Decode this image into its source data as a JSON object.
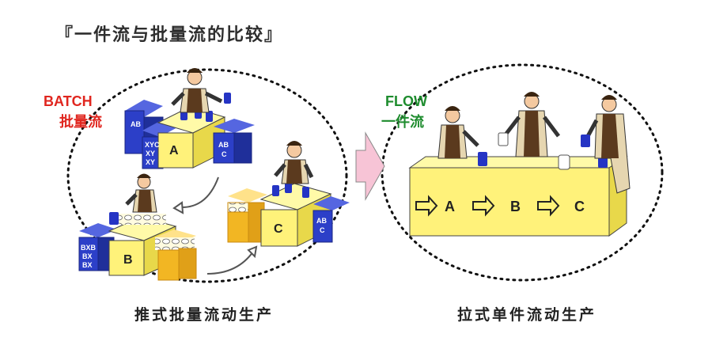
{
  "title": "『一件流与批量流的比较』",
  "left": {
    "label_en": "BATCH",
    "label_cn": "批量流",
    "caption": "推式批量流动生产",
    "stations": [
      "A",
      "B",
      "C"
    ],
    "box_labels": [
      "AB",
      "XYC",
      "XY",
      "XY",
      "AB",
      "C",
      "AB",
      "C",
      "BXB",
      "BX",
      "BX"
    ]
  },
  "right": {
    "label_en": "FLOW",
    "label_cn": "一件流",
    "caption": "拉式单件流动生产",
    "stations": [
      "A",
      "B",
      "C"
    ]
  },
  "colors": {
    "batch_red": "#e0261f",
    "flow_green": "#1e8c2e",
    "station_yellow": "#fff27a",
    "crate_blue": "#2c3fc8",
    "crate_orange": "#f2b623",
    "arrow_pink": "#f7c4d6"
  },
  "icons": [
    "worker-figure",
    "circular-arrow",
    "right-arrow"
  ]
}
